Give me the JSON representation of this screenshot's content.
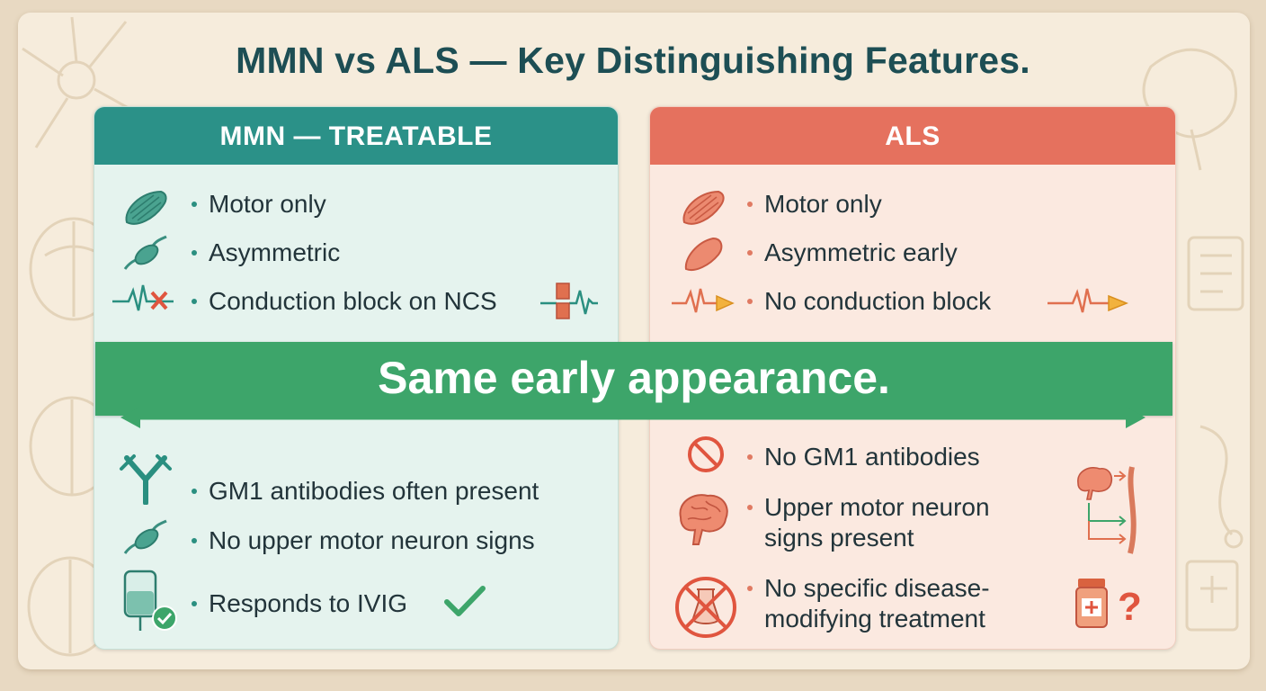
{
  "title": "MMN vs ALS — Key Distinguishing Features.",
  "band_text": "Same early appearance.",
  "colors": {
    "mmn_header": "#2b9188",
    "als_header": "#e5715e",
    "band": "#3da56a",
    "title": "#1d4e54"
  },
  "mmn": {
    "header": "MMN — TREATABLE",
    "top_items": [
      {
        "icon": "muscle-icon",
        "text": "Motor only"
      },
      {
        "icon": "nerve-icon",
        "text": "Asymmetric"
      },
      {
        "icon": "blocked-signal-icon",
        "text": "Conduction block on NCS"
      }
    ],
    "bottom_items": [
      {
        "icon": "antibody-icon",
        "text": "GM1 antibodies often present"
      },
      {
        "icon": "nerve-icon",
        "text": "No upper motor neuron signs"
      },
      {
        "icon": "iv-bag-icon",
        "text": "Responds to IVIG"
      }
    ]
  },
  "als": {
    "header": "ALS",
    "top_items": [
      {
        "icon": "muscle-icon",
        "text": "Motor only"
      },
      {
        "icon": "muscle-icon",
        "text": "Asymmetric early"
      },
      {
        "icon": "signal-arrow-icon",
        "text": "No conduction block"
      }
    ],
    "bottom_items": [
      {
        "icon": "prohibited-icon",
        "text": "No GM1 antibodies"
      },
      {
        "icon": "brain-icon",
        "text": "Upper motor neuron signs present"
      },
      {
        "icon": "no-treatment-icon",
        "text": "No specific disease-modifying treatment"
      }
    ]
  }
}
